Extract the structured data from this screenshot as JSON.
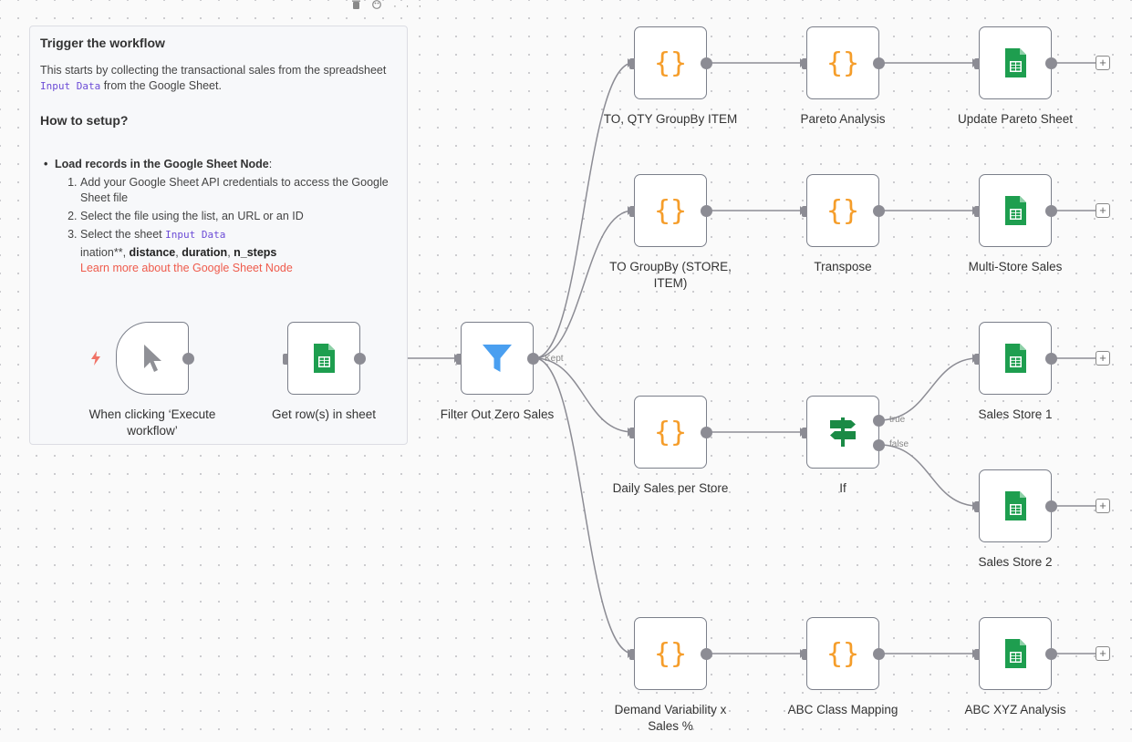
{
  "toolbar": {
    "icons": [
      "trash-icon",
      "palette-icon",
      "more-icon"
    ],
    "more": "···"
  },
  "sticky": {
    "title": "Trigger the workflow",
    "intro_before": "This starts by collecting the transactional sales from the spreadsheet ",
    "intro_code": "Input Data",
    "intro_after": " from the Google Sheet.",
    "setup_title": "How to setup?",
    "bullet_bold": "Load records in the Google Sheet Node",
    "bullet_after": ":",
    "steps": [
      "Add your Google Sheet API credentials to access the Google Sheet file",
      "Select the file using the list, an URL or an ID",
      "Select the sheet "
    ],
    "step3_code": "Input Data",
    "extra_prefix": "ination**, ",
    "extra_b1": "distance",
    "extra_b2": "duration",
    "extra_b3": "n_steps",
    "comma": ", ",
    "learn_more": "Learn more about the Google Sheet Node"
  },
  "nodes": {
    "trigger": "When clicking ‘Execute workflow’",
    "get_rows": "Get row(s) in sheet",
    "filter": "Filter Out Zero Sales",
    "to_qty": "TO, QTY GroupBy ITEM",
    "pareto": "Pareto Analysis",
    "update_pareto": "Update Pareto Sheet",
    "to_groupby": "TO GroupBy (STORE, ITEM)",
    "transpose": "Transpose",
    "multi_store": "Multi-Store Sales",
    "daily_sales": "Daily Sales per Store",
    "if": "If",
    "store1": "Sales Store 1",
    "store2": "Sales Store 2",
    "demand": "Demand Variability x Sales %",
    "abc_map": "ABC Class Mapping",
    "abc_xyz": "ABC XYZ Analysis"
  },
  "ports": {
    "kept": "Kept",
    "true": "true",
    "false": "false",
    "plus": "+"
  },
  "colors": {
    "code": "#f59d2a",
    "sheets": "#1e9e4f",
    "filter": "#4a9ff0",
    "if": "#1a8a45",
    "wire": "#8c8c94",
    "link": "#ef5b4c"
  }
}
